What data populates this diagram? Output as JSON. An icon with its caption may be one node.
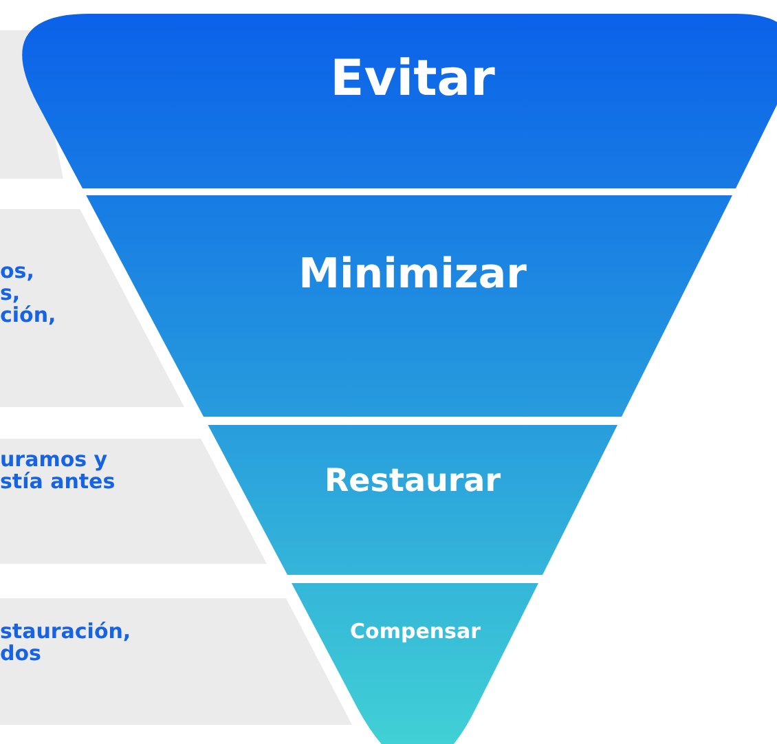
{
  "diagram": {
    "nodes": [
      {
        "text": [],
        "shape": "box"
      },
      {
        "text": [
          "Evitar"
        ]
      },
      {
        "text": [
          "os,",
          "s,",
          "ción,"
        ]
      },
      {
        "text": [
          "Minimizar"
        ]
      },
      {
        "text": [
          "uramos y",
          "stía antes"
        ]
      },
      {
        "text": [
          "Restaurar"
        ]
      },
      {
        "text": [
          "stauración,",
          "dos"
        ]
      },
      {
        "text": [
          "Compensar"
        ]
      }
    ]
  }
}
